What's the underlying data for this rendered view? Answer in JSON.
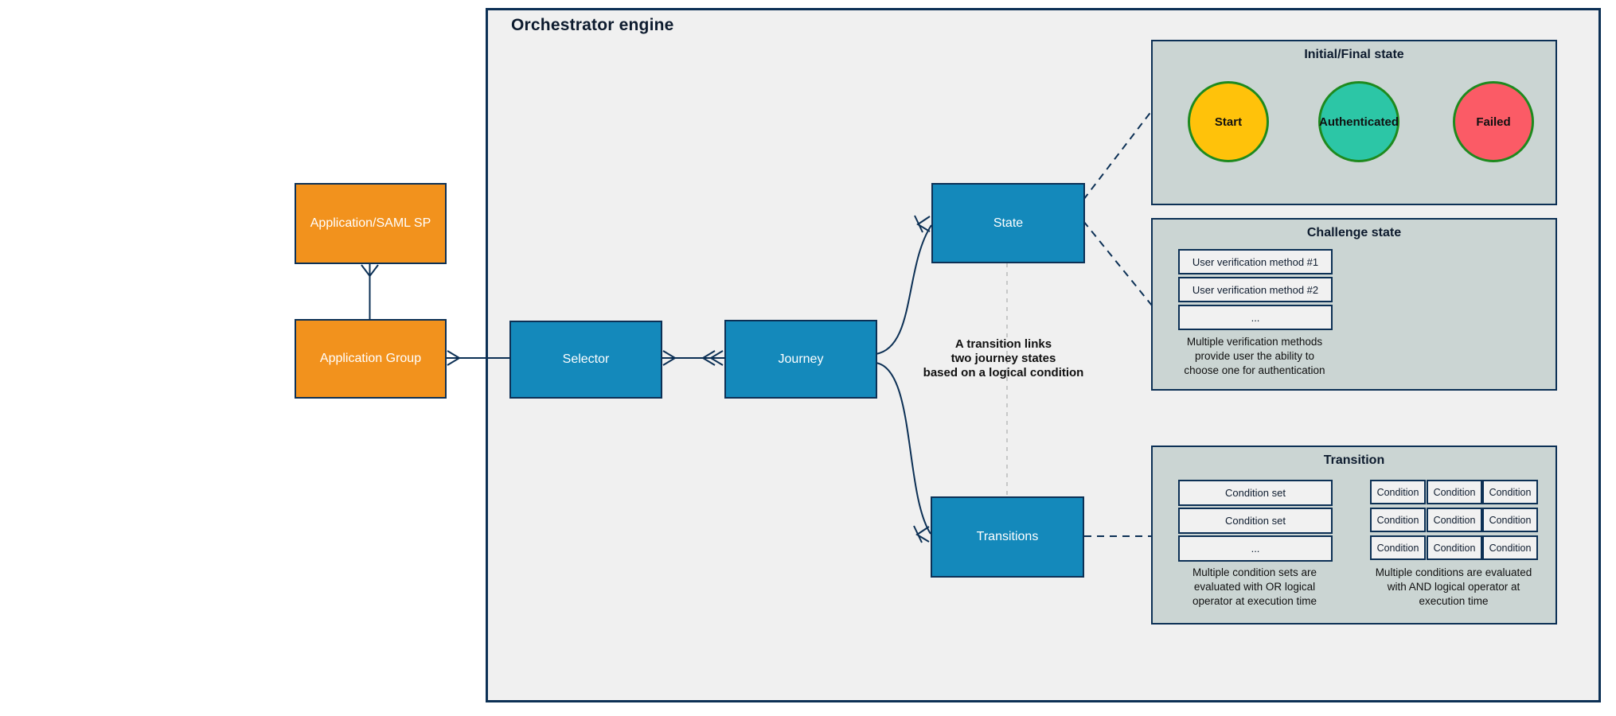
{
  "orchestrator": {
    "title": "Orchestrator engine"
  },
  "nodes": {
    "app_saml": {
      "label": "Application/SAML SP"
    },
    "app_group": {
      "label": "Application Group"
    },
    "selector": {
      "label": "Selector"
    },
    "journey": {
      "label": "Journey"
    },
    "state": {
      "label": "State"
    },
    "transitions": {
      "label": "Transitions"
    }
  },
  "annotation": {
    "lines": [
      "A transition links",
      "two journey states",
      "based on a logical condition"
    ]
  },
  "panels": {
    "initial_final": {
      "title": "Initial/Final state",
      "states": [
        {
          "label": "Start",
          "fill": "#FFC20A"
        },
        {
          "label": "Authenticated",
          "fill": "#2CC6A6"
        },
        {
          "label": "Failed",
          "fill": "#FB5B66"
        }
      ]
    },
    "challenge": {
      "title": "Challenge state",
      "methods": [
        "User verification method #1",
        "User verification method #2",
        "..."
      ],
      "caption_lines": [
        "Multiple verification methods",
        "provide user the ability to",
        "choose one for authentication"
      ]
    },
    "transition": {
      "title": "Transition",
      "condition_sets": [
        "Condition set",
        "Condition set",
        "..."
      ],
      "conditions_grid": [
        [
          "Condition",
          "Condition",
          "Condition"
        ],
        [
          "Condition",
          "Condition",
          "Condition"
        ],
        [
          "Condition",
          "Condition",
          "Condition"
        ]
      ],
      "or_caption_lines": [
        "Multiple condition sets are",
        "evaluated with OR logical",
        "operator at execution time"
      ],
      "and_caption_lines": [
        "Multiple conditions are evaluated",
        "with AND logical operator at",
        "execution time"
      ]
    }
  },
  "colors": {
    "border_navy": "#0C3055",
    "node_blue": "#1489BB",
    "node_orange": "#F2921D",
    "panel_bg": "#CBD5D3",
    "orchestrator_bg": "#F0F0F0",
    "circle_border_green": "#1E8A1E",
    "gray_dash": "#BDBFBF",
    "start_fill": "#FFC20A",
    "authenticated_fill": "#2CC6A6",
    "failed_fill": "#FB5B66"
  }
}
